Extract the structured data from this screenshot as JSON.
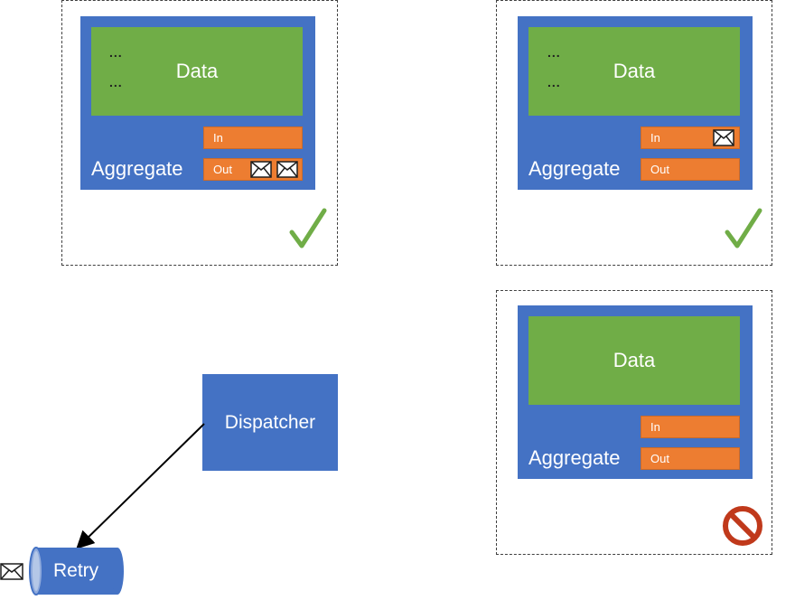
{
  "blocks": [
    {
      "data_label": "Data",
      "show_dots": true,
      "dots": [
        "...",
        "..."
      ],
      "aggregate_label": "Aggregate",
      "in_label": "In",
      "out_label": "Out",
      "in_envelopes": 0,
      "out_envelopes": 2,
      "status": "success"
    },
    {
      "data_label": "Data",
      "show_dots": true,
      "dots": [
        "...",
        "..."
      ],
      "aggregate_label": "Aggregate",
      "in_label": "In",
      "out_label": "Out",
      "in_envelopes": 1,
      "out_envelopes": 0,
      "status": "success"
    },
    {
      "data_label": "Data",
      "show_dots": false,
      "aggregate_label": "Aggregate",
      "in_label": "In",
      "out_label": "Out",
      "in_envelopes": 0,
      "out_envelopes": 0,
      "status": "failed"
    }
  ],
  "dispatcher": {
    "label": "Dispatcher"
  },
  "retry": {
    "label": "Retry",
    "envelopes": 1
  },
  "colors": {
    "aggregate": "#4472c4",
    "data": "#70ad47",
    "queue": "#ed7d31",
    "check": "#70ad47",
    "error": "#c0391b"
  },
  "icons": {
    "status_success": "check-icon",
    "status_failed": "no-entry-icon",
    "message": "envelope-icon"
  }
}
